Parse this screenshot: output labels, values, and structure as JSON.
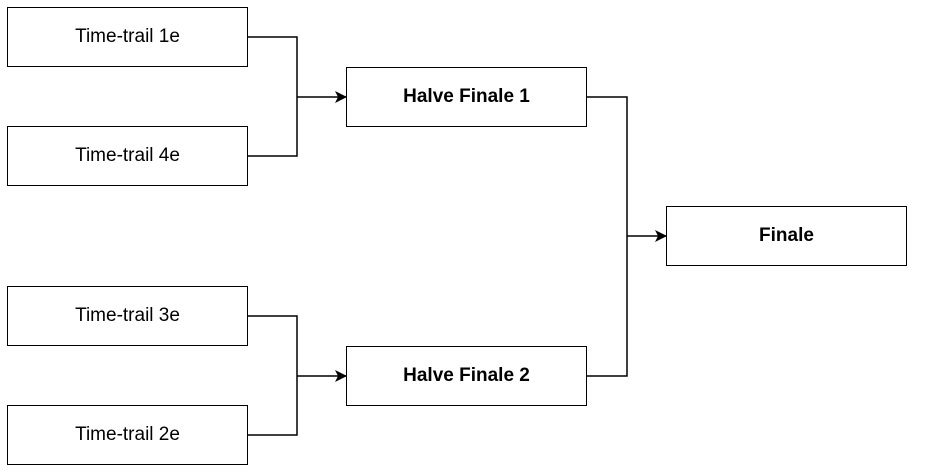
{
  "diagram": {
    "type": "tournament-bracket",
    "colors": {
      "stroke": "#000000",
      "fill": "#ffffff",
      "text": "#000000"
    },
    "nodes": {
      "tt1": {
        "label": "Time-trail 1e"
      },
      "tt4": {
        "label": "Time-trail 4e"
      },
      "tt3": {
        "label": "Time-trail 3e"
      },
      "tt2": {
        "label": "Time-trail 2e"
      },
      "hf1": {
        "label": "Halve Finale 1"
      },
      "hf2": {
        "label": "Halve Finale 2"
      },
      "finale": {
        "label": "Finale"
      }
    },
    "edges": [
      {
        "from": "tt1",
        "to": "hf1"
      },
      {
        "from": "tt4",
        "to": "hf1"
      },
      {
        "from": "tt3",
        "to": "hf2"
      },
      {
        "from": "tt2",
        "to": "hf2"
      },
      {
        "from": "hf1",
        "to": "finale"
      },
      {
        "from": "hf2",
        "to": "finale"
      }
    ]
  }
}
